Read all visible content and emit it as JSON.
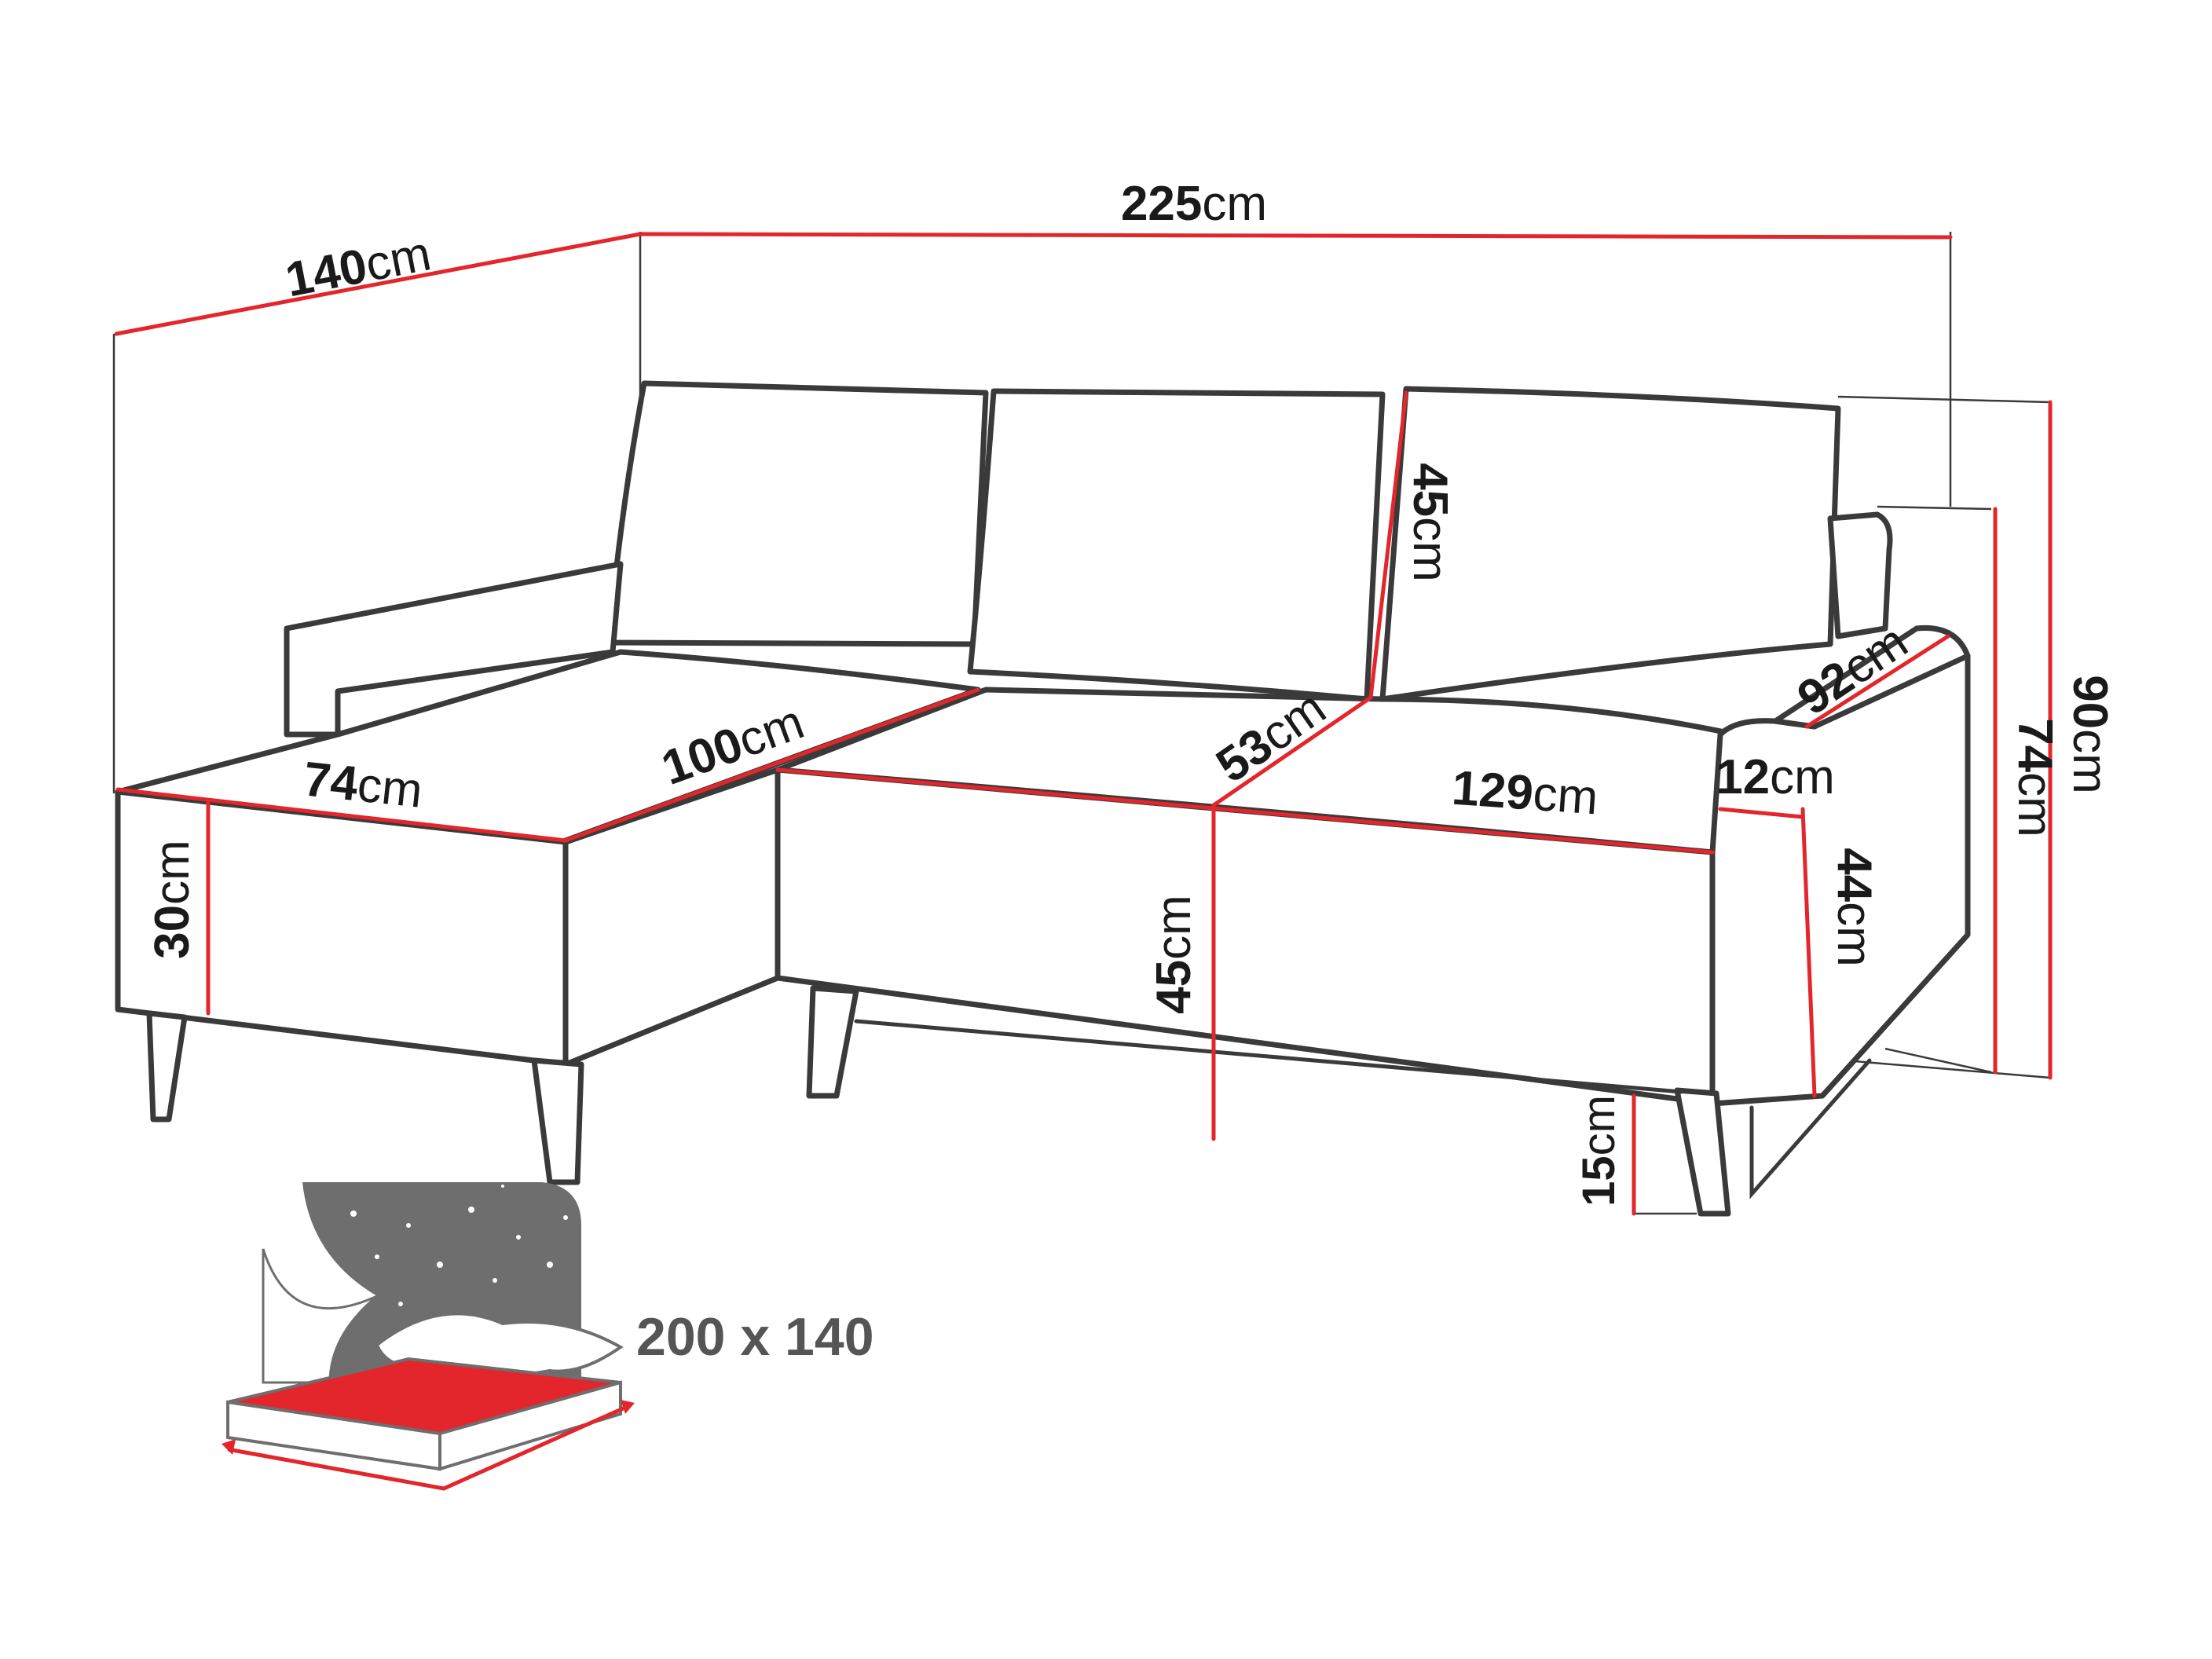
{
  "dimensions": {
    "width_total": {
      "value": "225",
      "unit": "cm"
    },
    "depth_corner": {
      "value": "140",
      "unit": "cm"
    },
    "chaise_width": {
      "value": "74",
      "unit": "cm"
    },
    "chaise_length": {
      "value": "100",
      "unit": "cm"
    },
    "chaise_height": {
      "value": "30",
      "unit": "cm"
    },
    "backrest_height": {
      "value": "45",
      "unit": "cm"
    },
    "seat_depth": {
      "value": "53",
      "unit": "cm"
    },
    "seat_width": {
      "value": "129",
      "unit": "cm"
    },
    "armrest_width": {
      "value": "12",
      "unit": "cm"
    },
    "sofa_depth": {
      "value": "92",
      "unit": "cm"
    },
    "armrest_height": {
      "value": "44",
      "unit": "cm"
    },
    "seat_height": {
      "value": "45",
      "unit": "cm"
    },
    "leg_height": {
      "value": "15",
      "unit": "cm"
    },
    "height_armrest_total": {
      "value": "74",
      "unit": "cm"
    },
    "height_total": {
      "value": "90",
      "unit": "cm"
    }
  },
  "sleeping_area": {
    "label": "200 x 140"
  },
  "colors": {
    "dimension_line": "#e3262b",
    "outline": "#3a3a3a",
    "bed_surface": "#e3262b",
    "night_sky": "#6e6e6e"
  }
}
